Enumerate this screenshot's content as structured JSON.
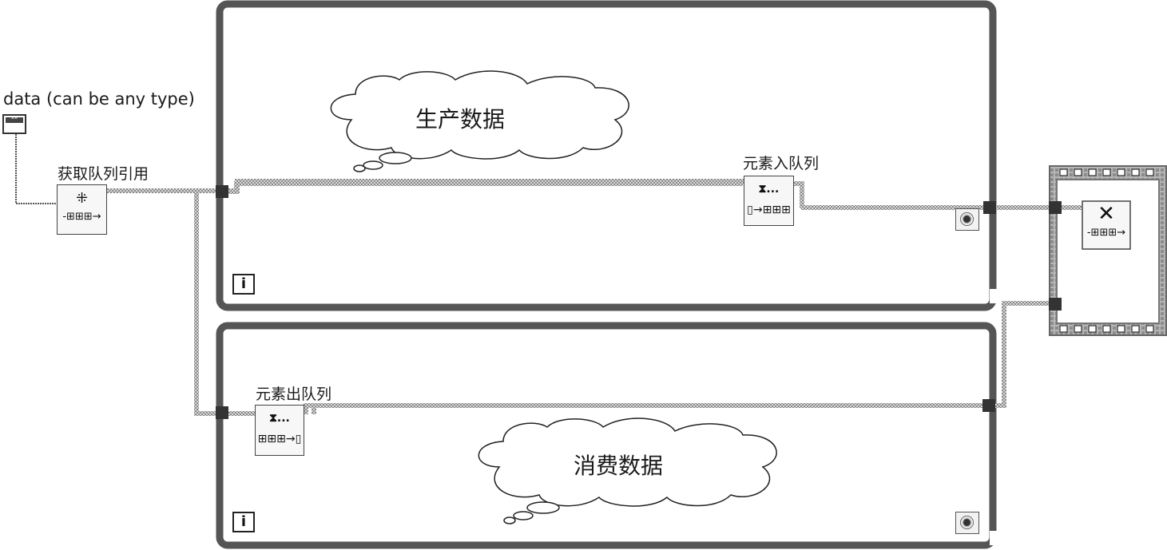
{
  "diagram": {
    "control": {
      "label": "data (can be any type)",
      "glyph": "“”",
      "icon": "string-constant-icon"
    },
    "nodes": {
      "obtain_queue": {
        "label": "获取队列引用",
        "icon": "obtain-queue-icon",
        "glyph_top": "⁜",
        "glyph_bottom": "-⊞⊞⊞→"
      },
      "enqueue": {
        "label": "元素入队列",
        "icon": "enqueue-element-icon",
        "glyph_top": "⧗...",
        "glyph_bottom": "▯→⊞⊞⊞"
      },
      "dequeue": {
        "label": "元素出队列",
        "icon": "dequeue-element-icon",
        "glyph_top": "⧗...",
        "glyph_bottom": "⊞⊞⊞→▯"
      },
      "release_queue": {
        "icon": "release-queue-icon",
        "glyph_top": "✕",
        "glyph_bottom": "-⊞⊞⊞→"
      }
    },
    "comments": {
      "producer": "生产数据",
      "consumer": "消费数据"
    },
    "loops": {
      "iteration_glyph": "i"
    },
    "colors": {
      "structure_border": "#555555",
      "wire": "#7a7a7a",
      "tunnel": "#333333",
      "background": "#ffffff"
    }
  }
}
